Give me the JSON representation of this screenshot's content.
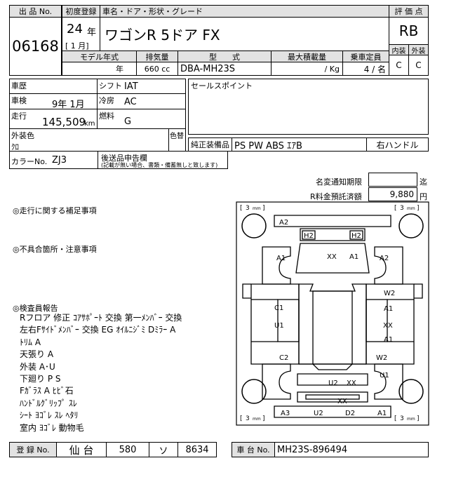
{
  "header": {
    "lot_label": "出 品 No.",
    "lot_no": "06168",
    "first_reg_label": "初度登録",
    "first_reg_year": "24",
    "year_unit": "年",
    "first_reg_month": "[ 1 月]",
    "name_label": "車名・ドア・形状・グレード",
    "car_name": "ワゴンR 5ドア  FX",
    "grade_label": "評 価 点",
    "grade": "RB",
    "interior_label": "内装",
    "exterior_label": "外装",
    "interior_grade": "C",
    "exterior_grade": "C",
    "model_year_label": "モデル年式",
    "model_year_unit": "年",
    "displacement_label": "排気量",
    "displacement": "660 cc",
    "type_label": "型　　式",
    "type": "DBA-MH23S",
    "max_load_label": "最大積載量",
    "max_load": "/  Kg",
    "capacity_label": "乗車定員",
    "capacity": "4 /  名"
  },
  "specs": {
    "history_label": "車歴",
    "shift_label": "シフト",
    "shift": "IAT",
    "inspection_label": "車検",
    "inspection": "9年  1月",
    "ac_label": "冷房",
    "ac": "AC",
    "mileage_label": "走行",
    "mileage": "145,509",
    "mileage_unit": "km",
    "fuel_label": "燃料",
    "fuel": "G",
    "sales_points_label": "セールスポイント",
    "exterior_color_label": "外装色",
    "exterior_color": "ｸﾛ",
    "color_change_label": "色替",
    "equipment_label": "純正装備品",
    "equipment": "PS PW ABS ｴｱB",
    "steering": "右ハンドル",
    "color_no_label": "カラーNo.",
    "color_no": "ZJ3",
    "docs_label": "後送品申告欄",
    "docs_note": "(記載が無い場合、書類・備蓄無しと致します)"
  },
  "fees": {
    "name_change_label": "名変通知期限",
    "name_change_unit": "迄",
    "recycle_label": "R料金預託済額",
    "recycle_amount": "9,880",
    "recycle_unit": "円"
  },
  "remarks": {
    "driving_notes_label": "◎走行に関する補足事項",
    "defects_label": "◎不具合箇所・注意事項",
    "inspector_label": "◎検査員報告",
    "lines": [
      "Rフロア 修正  ｺｱｻﾎﾟｰﾄ 交換  第一ﾒﾝﾊﾞｰ 交換",
      "左右Fｻｲﾄﾞﾒﾝﾊﾞｰ 交換  EG ｵｲﾙﾆｼﾞﾐ  Dﾐﾗｰ A",
      "ﾄﾘﾑ A",
      "天張り A",
      "外装 A･U",
      "下廻り P S",
      "Fｶﾞﾗｽ A ﾋﾋﾞ石",
      "ﾊﾝﾄﾞﾙｸﾞﾘｯﾌﾟ ｽﾚ",
      "ｼｰﾄ ﾖｺﾞﾚ ｽﾚ ﾍﾀﾘ",
      "室内 ﾖｺﾞﾚ 動物毛"
    ]
  },
  "diagram": {
    "tire_label": "3",
    "tire_unit": "mm",
    "marks": [
      "A2",
      "H2",
      "H2",
      "A1",
      "XX",
      "A1",
      "A2",
      "W2",
      "C1",
      "A1",
      "U1",
      "XX",
      "A1",
      "C2",
      "W2",
      "U1",
      "U2",
      "XX",
      "XX",
      "A3",
      "U2",
      "D2",
      "A1"
    ]
  },
  "footer": {
    "reg_label": "登 録 No.",
    "reg_area": "仙 台",
    "reg_class": "580",
    "reg_kana": "ソ",
    "reg_number": "8634",
    "chassis_label": "車 台 No.",
    "chassis_no": "MH23S-896494"
  }
}
